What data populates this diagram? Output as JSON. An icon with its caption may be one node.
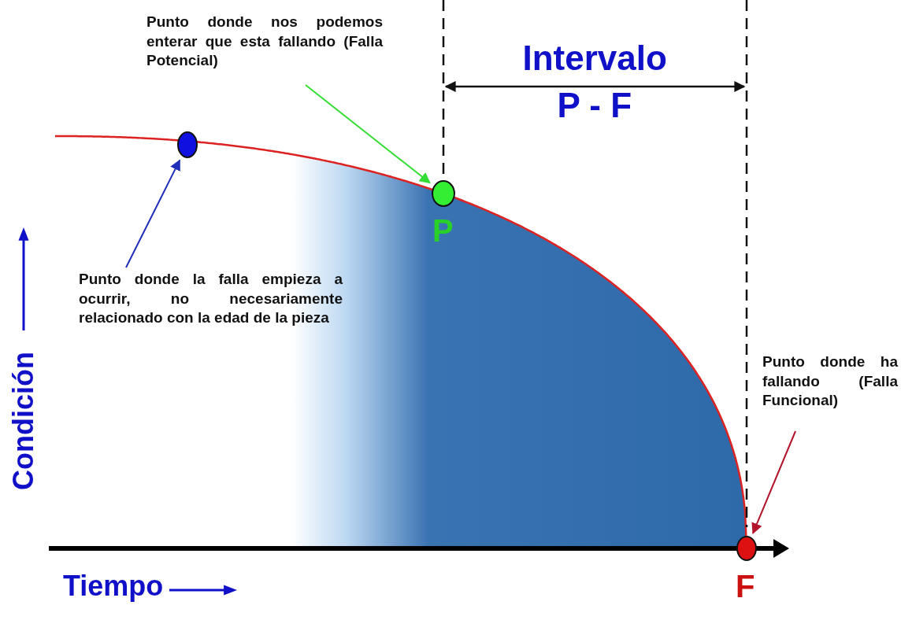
{
  "diagram": {
    "nodes": [
      {
        "text": [
          "Punto donde nos podemos enterar que esta fallando (Falla Potencial)"
        ]
      },
      {
        "text": [
          "Punto donde la falla empieza a ocurrir, no necesariamente relacionado con la edad de la pieza"
        ]
      },
      {
        "text": [
          "Punto donde ha fallando (Falla Funcional)"
        ]
      },
      {
        "text": [],
        "shape": "circle"
      },
      {
        "text": [],
        "shape": "circle",
        "beside": [
          "P"
        ]
      },
      {
        "text": [],
        "shape": "circle",
        "beside": [
          "F"
        ]
      }
    ],
    "edges": [
      {
        "from": 1,
        "to": 3,
        "arrow": "to",
        "color": "#1f2fb8"
      },
      {
        "from": 0,
        "to": 4,
        "arrow": "to",
        "color": "#33dd33"
      },
      {
        "from": 2,
        "to": 5,
        "arrow": "to",
        "color": "#b3132b"
      }
    ],
    "labels": [
      "Intervalo",
      "P - F",
      "Condición",
      "Tiempo"
    ]
  }
}
